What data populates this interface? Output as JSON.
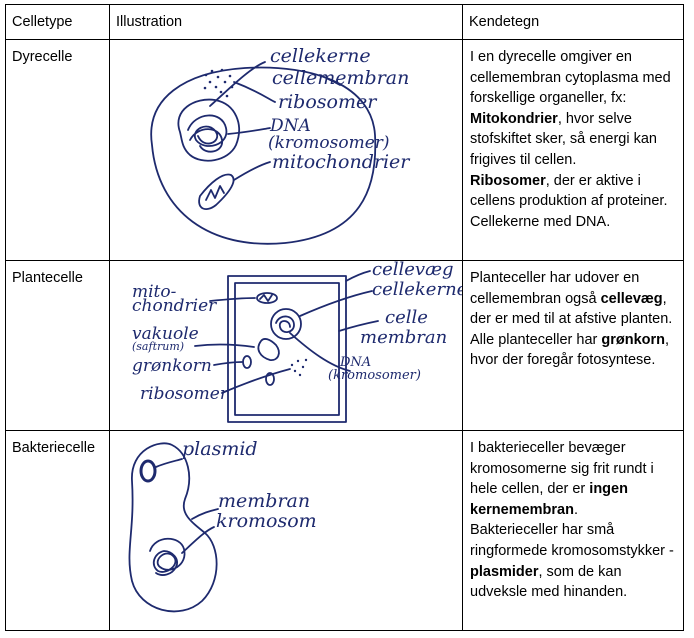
{
  "header": {
    "col1": "Celletype",
    "col2": "Illustration",
    "col3": "Kendetegn"
  },
  "rows": [
    {
      "type": "Dyrecelle",
      "labels": [
        "cellekerne",
        "cellemembran",
        "ribosomer",
        "DNA",
        "(kromosomer)",
        "mitochondrier"
      ],
      "desc": [
        {
          "t": "I en dyrecelle omgiver en cellemembran cytoplasma med forskellige organeller, fx: ",
          "b": false
        },
        {
          "t": "Mitokondrier",
          "b": true
        },
        {
          "t": ", hvor selve stofskiftet sker, så energi kan frigives til cellen.",
          "b": false
        },
        {
          "br": true
        },
        {
          "t": "Ribosomer",
          "b": true
        },
        {
          "t": ", der er aktive i cellens produktion af proteiner.",
          "b": false
        },
        {
          "br": true
        },
        {
          "t": "Cellekerne med DNA.",
          "b": false
        }
      ]
    },
    {
      "type": "Plantecelle",
      "labels": [
        "cellevæg",
        "cellekerne",
        "celle",
        "membran",
        "DNA",
        "(kromosomer)",
        "mito-",
        "chondrier",
        "vakuole",
        "(saftrum)",
        "grønkorn",
        "ribosomer"
      ],
      "desc": [
        {
          "t": "Planteceller har udover en cellemembran også ",
          "b": false
        },
        {
          "t": "cellevæg",
          "b": true
        },
        {
          "t": ", der er med til at afstive planten.",
          "b": false
        },
        {
          "br": true
        },
        {
          "t": "Alle planteceller har ",
          "b": false
        },
        {
          "t": "grønkorn",
          "b": true
        },
        {
          "t": ", hvor der foregår fotosyntese.",
          "b": false
        }
      ]
    },
    {
      "type": "Bakteriecelle",
      "labels": [
        "plasmid",
        "membran",
        "kromosom"
      ],
      "desc": [
        {
          "t": "I bakterieceller bevæger kromosomerne sig frit rundt i hele cellen, der er ",
          "b": false
        },
        {
          "t": "ingen kernemembran",
          "b": true
        },
        {
          "t": ".",
          "b": false
        },
        {
          "br": true
        },
        {
          "t": "Bakterieceller har små ringformede kromosomstykker - ",
          "b": false
        },
        {
          "t": "plasmider",
          "b": true
        },
        {
          "t": ", som de kan udveksle med hinanden.",
          "b": false
        }
      ]
    }
  ]
}
